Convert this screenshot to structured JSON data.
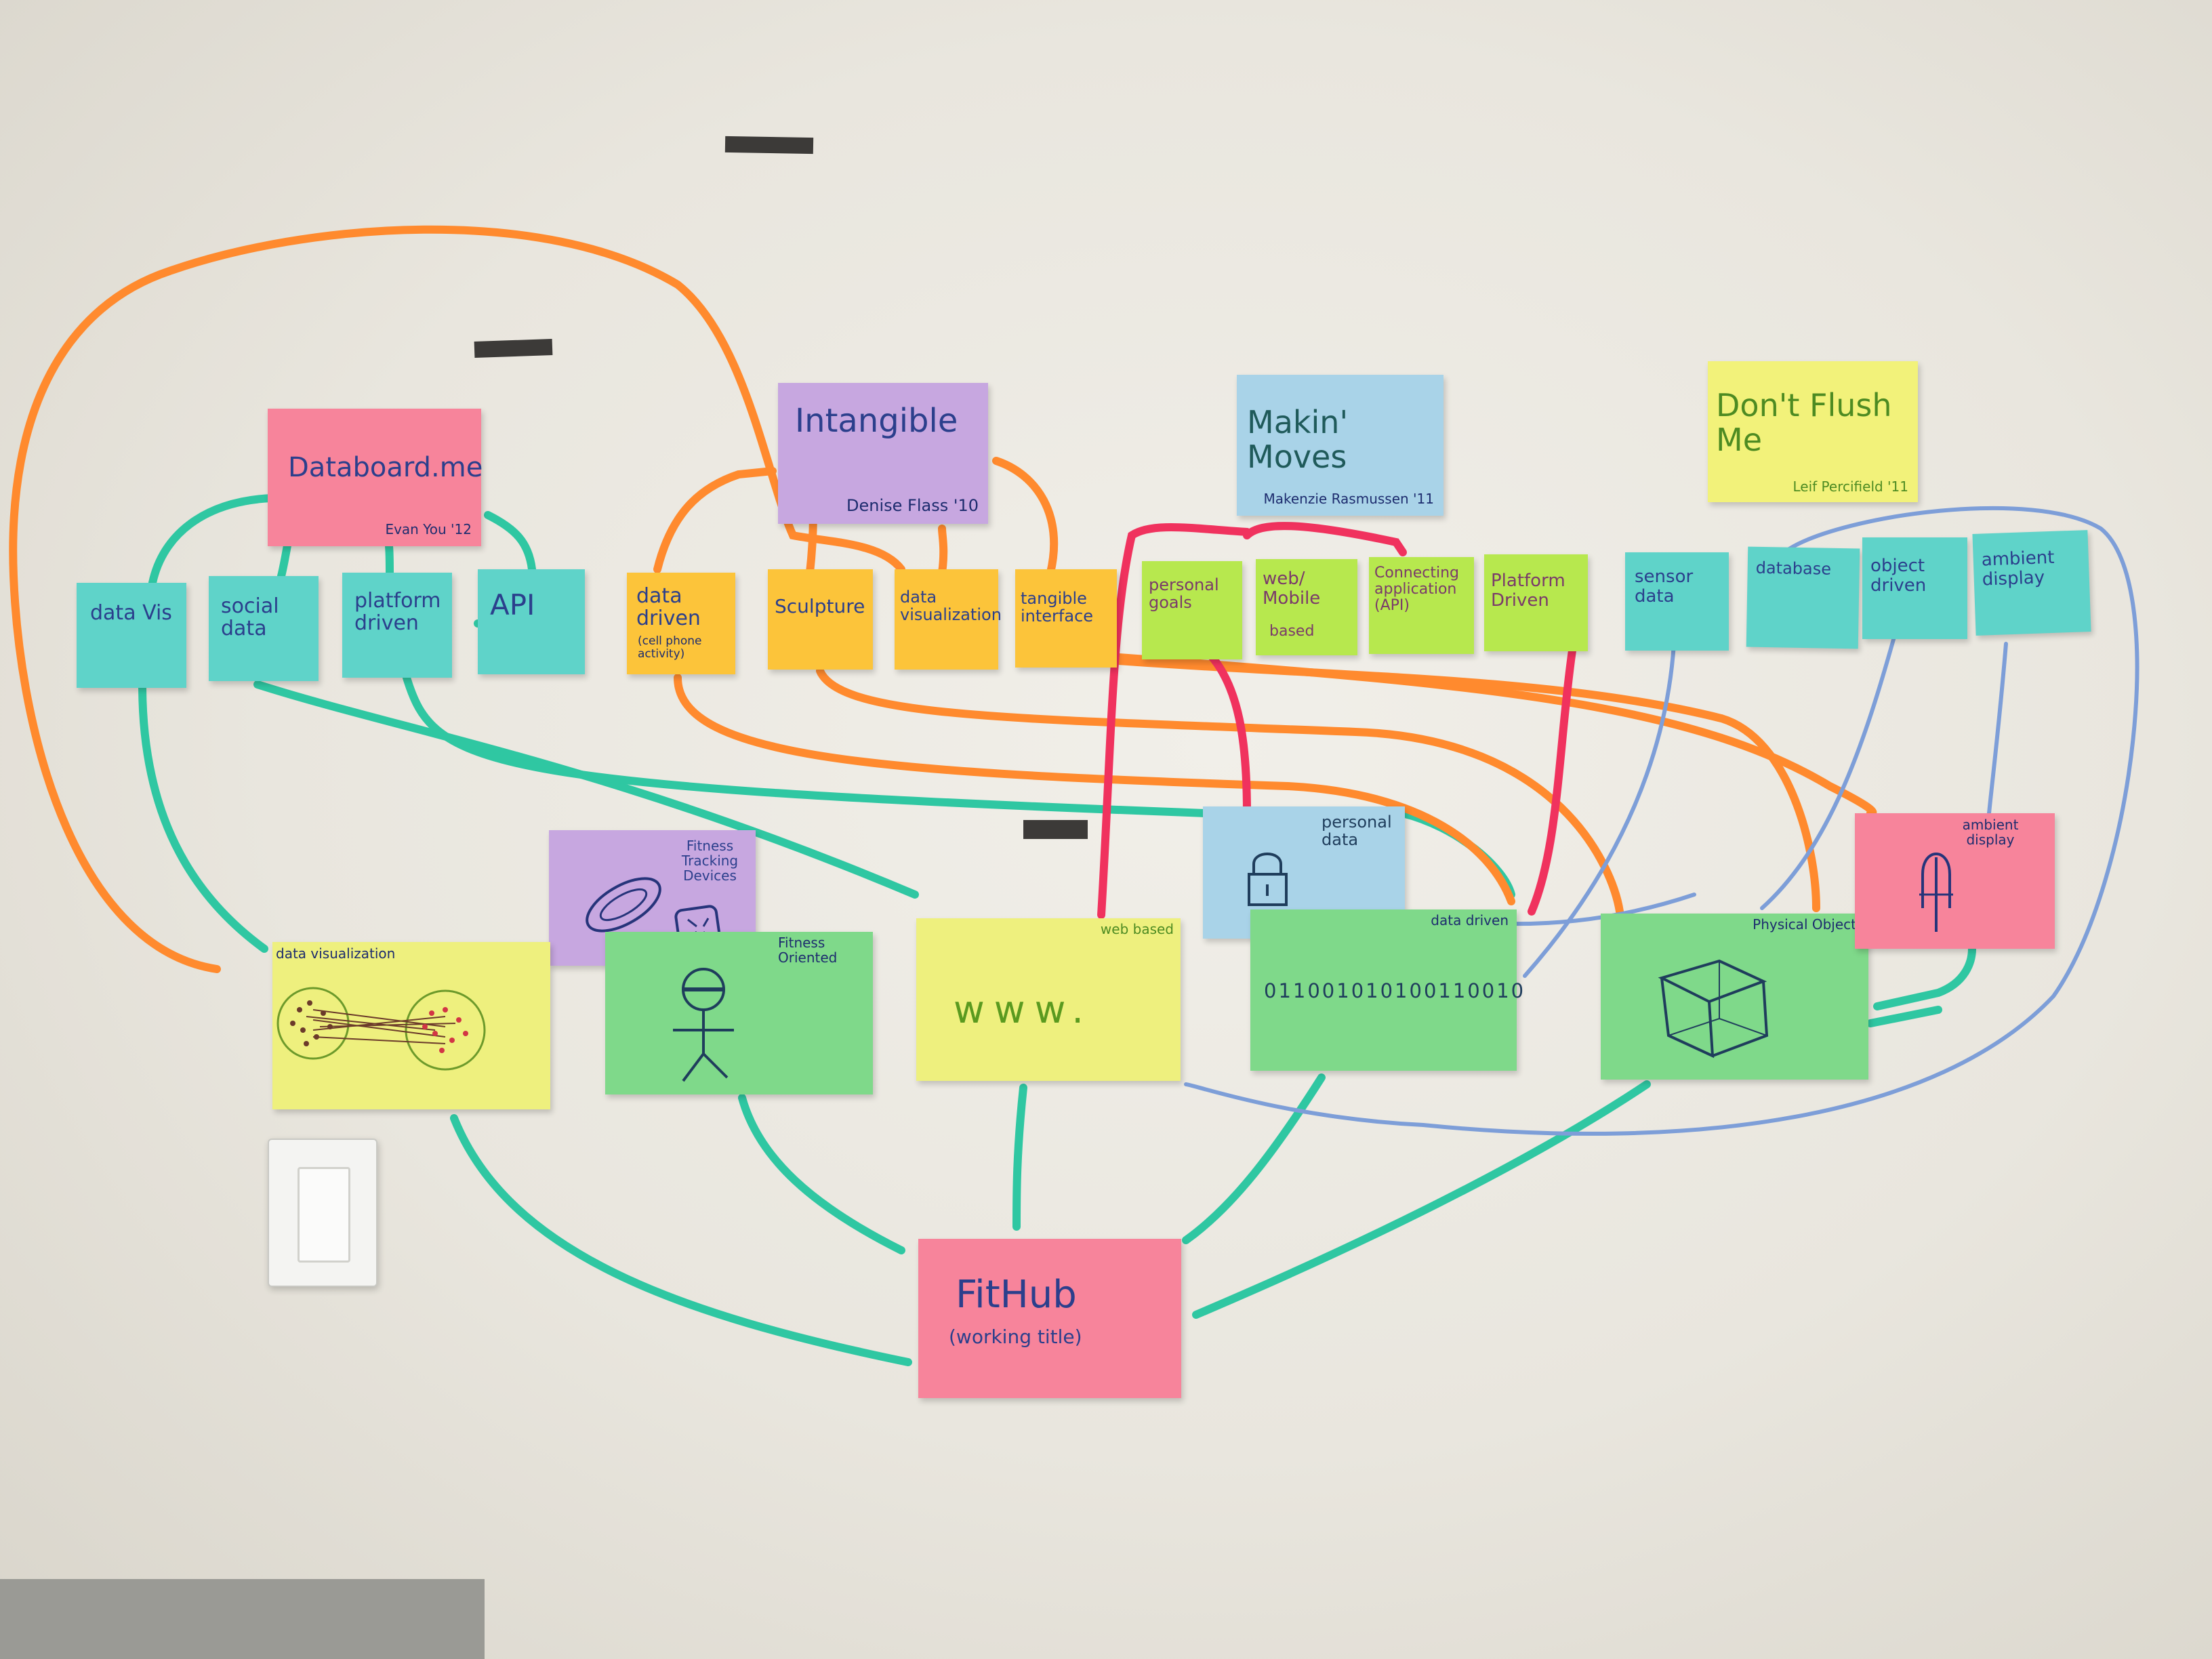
{
  "top_notes": {
    "databoard": {
      "title": "Databoard.me",
      "author": "Evan You '12"
    },
    "intangible": {
      "title": "Intangible",
      "author": "Denise Flass '10"
    },
    "makin": {
      "title": "Makin' Moves",
      "author": "Makenzie Rasmussen '11"
    },
    "dontflush": {
      "title": "Don't Flush Me",
      "author": "Leif Percifield '11"
    }
  },
  "row_notes": {
    "teal1": [
      "data Vis",
      "social data",
      "platform driven",
      "API"
    ],
    "orange": [
      "data driven",
      "(cell phone activity)",
      "Sculpture",
      "data visualization",
      "tangible interface"
    ],
    "lime": [
      "personal goals",
      "web/ Mobile",
      "based",
      "Connecting application (API)",
      "Platform Driven"
    ],
    "teal2": [
      "sensor data",
      "database",
      "object driven",
      "ambient display"
    ]
  },
  "lower_notes": {
    "fitness_devices": "Fitness Tracking Devices",
    "data_visualization": "data visualization",
    "fitness_oriented": "Fitness Oriented",
    "web_based": "web based",
    "www": "www.",
    "personal_data": "personal data",
    "data_driven": "data driven",
    "binary": "011001010100110010",
    "physical_object": "Physical Object",
    "ambient_display": "ambient display"
  },
  "center": {
    "title": "FitHub",
    "subtitle": "(working title)"
  },
  "colors": {
    "wire_teal": "#2fc7a2",
    "wire_orange": "#ff8a2e",
    "wire_red": "#f0325e",
    "wire_blue": "#7d9ed8"
  },
  "icons": [
    "lock-icon",
    "stick-figure-icon",
    "cube-icon",
    "arch-icon",
    "fitness-band-icon",
    "network-blobs-icon"
  ]
}
